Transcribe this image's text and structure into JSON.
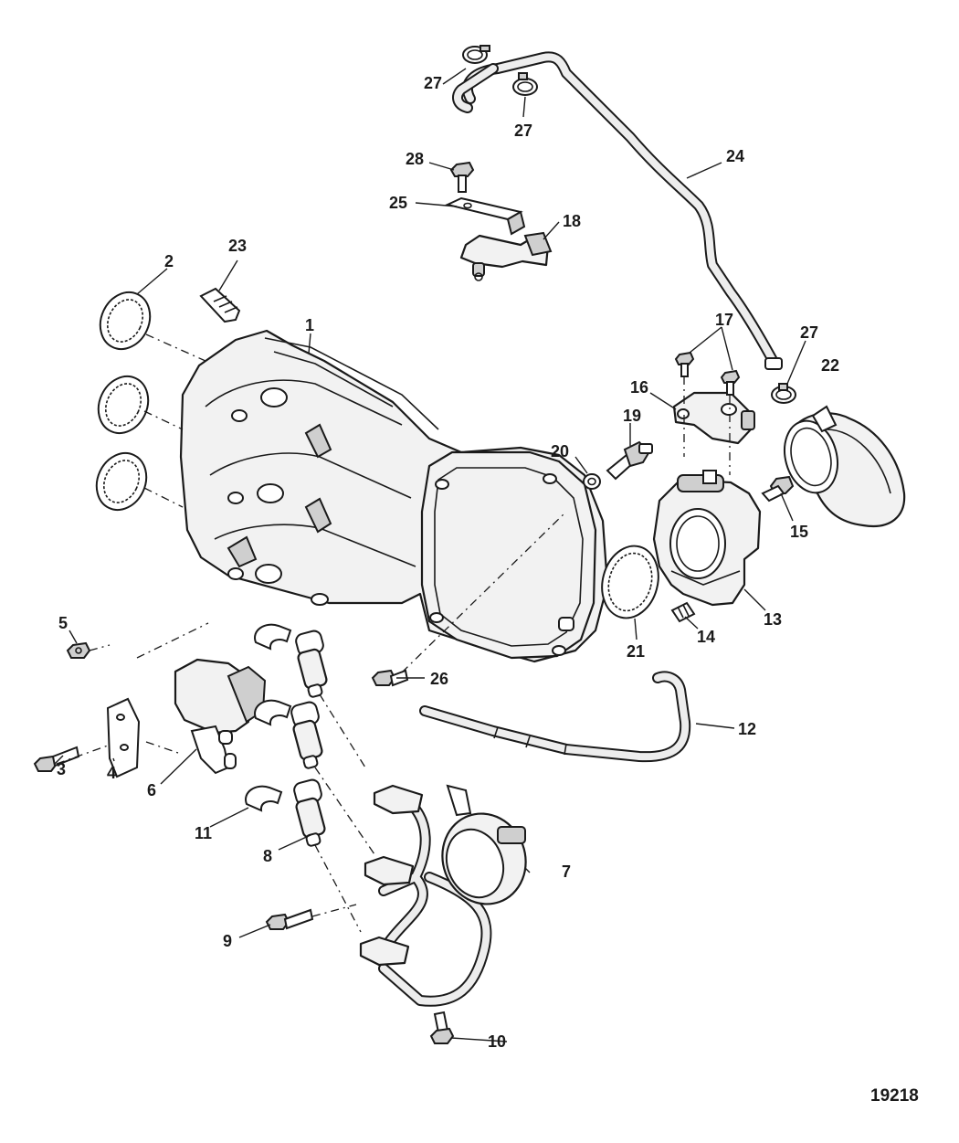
{
  "figure_number": "19218",
  "callouts": [
    {
      "id": "1",
      "label": "1"
    },
    {
      "id": "2",
      "label": "2"
    },
    {
      "id": "3",
      "label": "3"
    },
    {
      "id": "4",
      "label": "4"
    },
    {
      "id": "5",
      "label": "5"
    },
    {
      "id": "6",
      "label": "6"
    },
    {
      "id": "7",
      "label": "7"
    },
    {
      "id": "8",
      "label": "8"
    },
    {
      "id": "9",
      "label": "9"
    },
    {
      "id": "10",
      "label": "10"
    },
    {
      "id": "11",
      "label": "11"
    },
    {
      "id": "12",
      "label": "12"
    },
    {
      "id": "13",
      "label": "13"
    },
    {
      "id": "14",
      "label": "14"
    },
    {
      "id": "15",
      "label": "15"
    },
    {
      "id": "16",
      "label": "16"
    },
    {
      "id": "17",
      "label": "17"
    },
    {
      "id": "18",
      "label": "18"
    },
    {
      "id": "19",
      "label": "19"
    },
    {
      "id": "20",
      "label": "20"
    },
    {
      "id": "21",
      "label": "21"
    },
    {
      "id": "22",
      "label": "22"
    },
    {
      "id": "23",
      "label": "23"
    },
    {
      "id": "24",
      "label": "24"
    },
    {
      "id": "25",
      "label": "25"
    },
    {
      "id": "26",
      "label": "26"
    },
    {
      "id": "27a",
      "label": "27"
    },
    {
      "id": "27b",
      "label": "27"
    },
    {
      "id": "27c",
      "label": "27"
    },
    {
      "id": "28",
      "label": "28"
    }
  ]
}
